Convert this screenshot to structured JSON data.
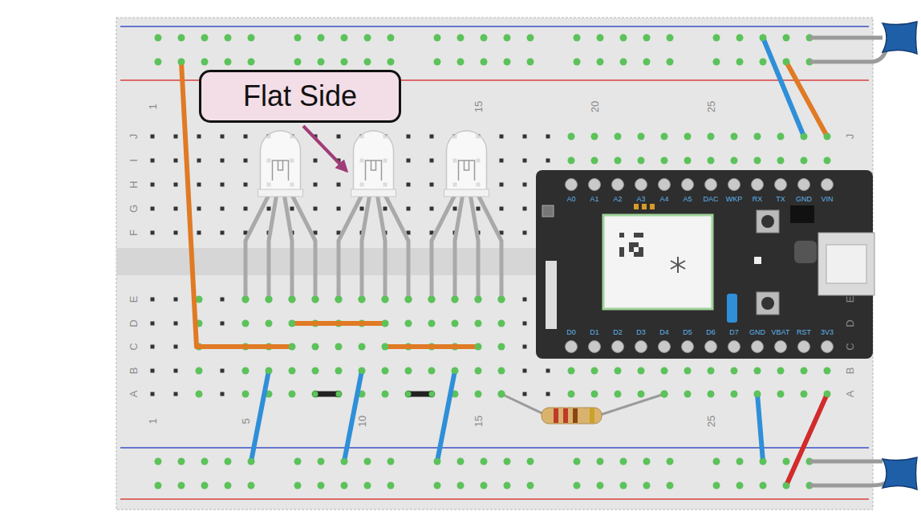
{
  "diagram": {
    "nodes": [
      {
        "text": [
          "Flat Side"
        ]
      }
    ],
    "labels": [
      "1",
      "15",
      "20",
      "25",
      "J",
      "I",
      "H",
      "G",
      "F",
      "E",
      "D",
      "C",
      "B",
      "A",
      "J",
      "E",
      "D",
      "C",
      "B",
      "A",
      "1",
      "5",
      "10",
      "15",
      "25",
      "A0",
      "A1",
      "A2",
      "A3",
      "A4",
      "A5",
      "DAC",
      "WKP",
      "RX",
      "TX",
      "GND",
      "VIN",
      "D0",
      "D1",
      "D2",
      "D3",
      "D4",
      "D5",
      "D6",
      "D7",
      "GND",
      "VBAT",
      "RST",
      "3V3"
    ]
  }
}
